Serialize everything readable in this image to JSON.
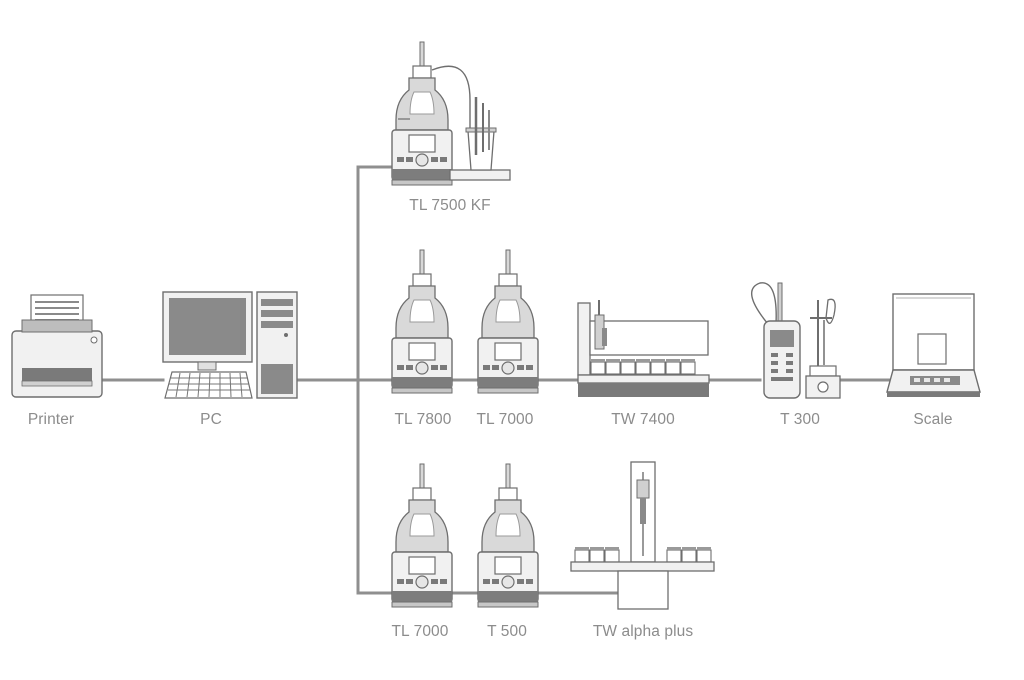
{
  "colors": {
    "line": "#8f8f8f",
    "device_fill": "#f1f1f1",
    "device_stroke": "#6e6e6e",
    "dark": "#5e5e5e",
    "label": "#8c8c8c"
  },
  "devices": {
    "printer": {
      "label": "Printer",
      "icon": "printer-icon"
    },
    "pc": {
      "label": "PC",
      "icon": "computer-icon"
    },
    "tl7500kf": {
      "label": "TL 7500 KF",
      "icon": "karl-fischer-titrator-icon"
    },
    "tl7800": {
      "label": "TL 7800",
      "icon": "titrator-icon"
    },
    "tl7000_mid": {
      "label": "TL 7000",
      "icon": "titrator-icon"
    },
    "tw7400": {
      "label": "TW 7400",
      "icon": "sample-changer-icon"
    },
    "t300": {
      "label": "T 300",
      "icon": "ph-meter-icon"
    },
    "scale": {
      "label": "Scale",
      "icon": "balance-icon"
    },
    "tl7000_low": {
      "label": "TL 7000",
      "icon": "titrator-icon"
    },
    "t500": {
      "label": "T 500",
      "icon": "titrator-icon"
    },
    "twalpha": {
      "label": "TW alpha plus",
      "icon": "sample-changer-icon"
    }
  }
}
